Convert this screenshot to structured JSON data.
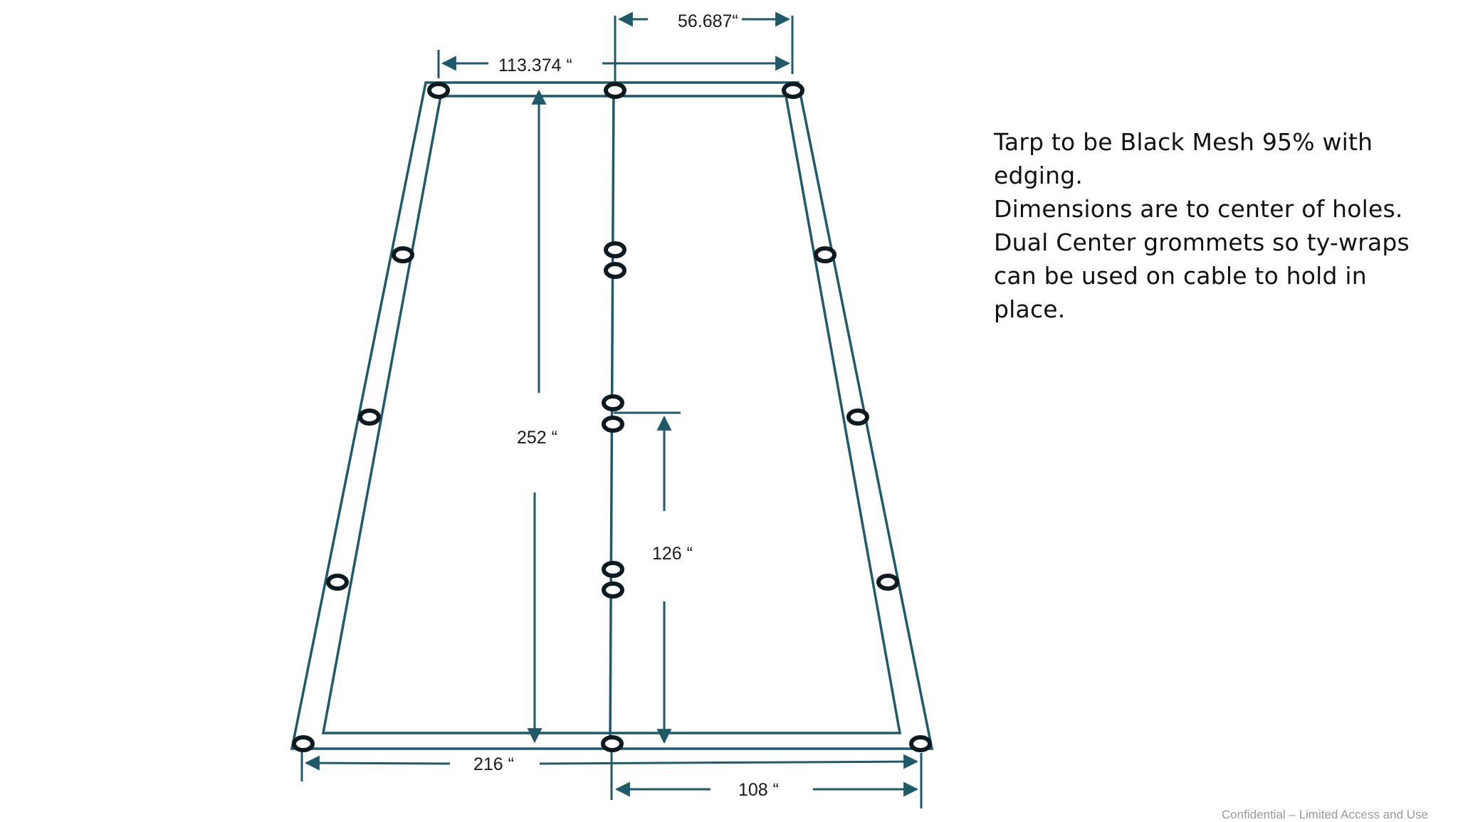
{
  "colors": {
    "outline": "#1f5a6b",
    "grommet": "#0d1a1f",
    "text": "#111111",
    "footer": "#9a9a9a"
  },
  "dimensions": {
    "top_half": "56.687“",
    "top_full": "113.374 “",
    "height": "252 “",
    "center_height": "126 “",
    "bottom_full": "216 “",
    "bottom_half": "108 “"
  },
  "notes": {
    "line1": "Tarp to be Black Mesh 95% with",
    "line2": "edging.",
    "line3": "Dimensions are to center of holes.",
    "line4": "Dual Center grommets so ty-wraps",
    "line5": "can be used on cable to hold in",
    "line6": "place."
  },
  "footer": "Confidential – Limited Access and Use"
}
